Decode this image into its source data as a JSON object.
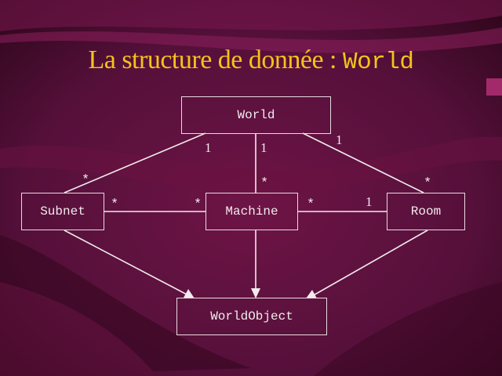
{
  "colors": {
    "background": "#4a0a2c",
    "title": "#f6c21a",
    "lines": "#f2eaee"
  },
  "title": {
    "text": "La structure de donnée : ",
    "code": "World"
  },
  "nodes": {
    "world": "World",
    "subnet": "Subnet",
    "machine": "Machine",
    "room": "Room",
    "worldobject": "WorldObject"
  },
  "edges": [
    {
      "from": "World",
      "to": "Subnet",
      "from_mult": "1",
      "to_mult": "*"
    },
    {
      "from": "World",
      "to": "Machine",
      "from_mult": "1",
      "to_mult": "*"
    },
    {
      "from": "World",
      "to": "Room",
      "from_mult": "1",
      "to_mult": "*"
    },
    {
      "from": "Subnet",
      "to": "Machine",
      "from_mult": "*",
      "to_mult": "*"
    },
    {
      "from": "Machine",
      "to": "Room",
      "from_mult": "*",
      "to_mult": "1"
    },
    {
      "from": "Subnet",
      "to": "WorldObject",
      "type": "inheritance"
    },
    {
      "from": "Machine",
      "to": "WorldObject",
      "type": "inheritance"
    },
    {
      "from": "Room",
      "to": "WorldObject",
      "type": "inheritance"
    }
  ]
}
